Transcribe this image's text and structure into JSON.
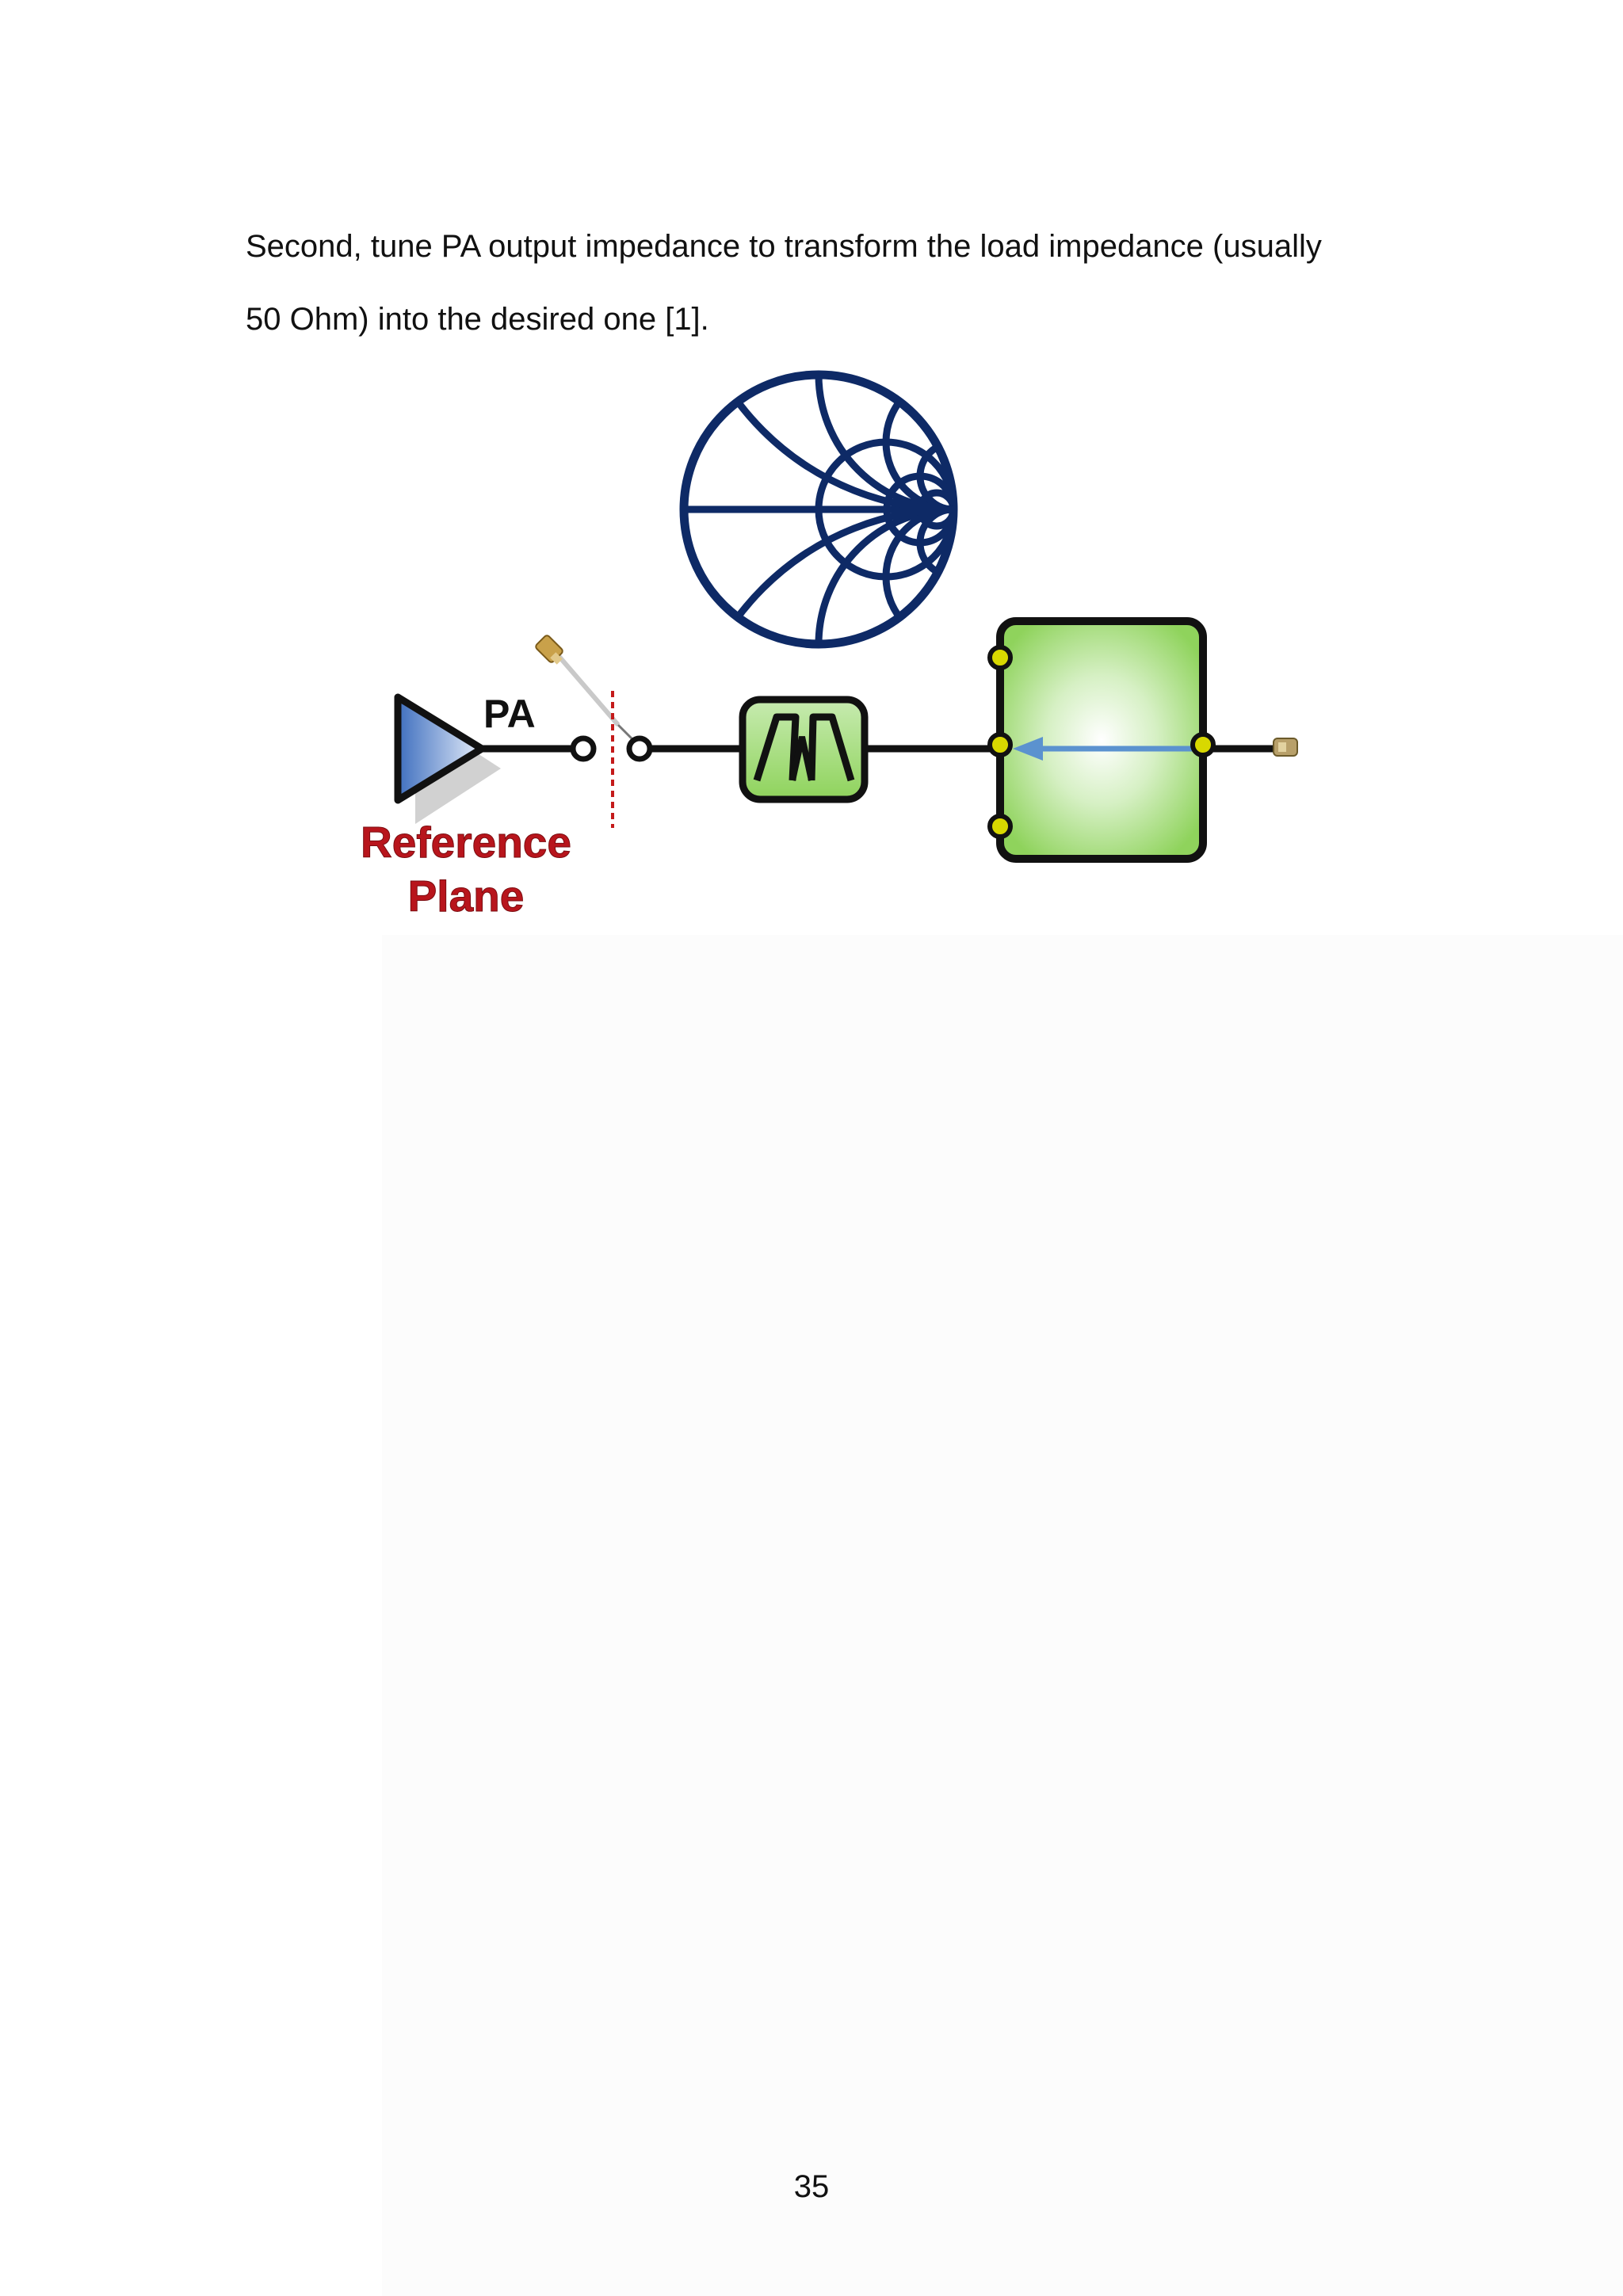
{
  "body": {
    "paragraph_lines": [
      "Second, tune PA output impedance to transform the load impedance (usually",
      "50 Ohm) into the desired one [1]."
    ]
  },
  "figure": {
    "pa_label": "PA",
    "reference_plane_label_line1": "Reference",
    "reference_plane_label_line2": "Plane",
    "colors": {
      "smith_chart": "#0e2a66",
      "reference_text": "#b8151c",
      "reference_line": "#c41a1a",
      "box_fill": "#8fd35c",
      "arrow": "#5b92cf",
      "pin_fill": "#d8d800"
    },
    "icons": [
      "smith-chart-icon",
      "amplifier-icon",
      "rf-connector-icon",
      "filter-icon",
      "matching-network-icon",
      "antenna-connector-icon"
    ]
  },
  "footer": {
    "page_number": "35"
  }
}
